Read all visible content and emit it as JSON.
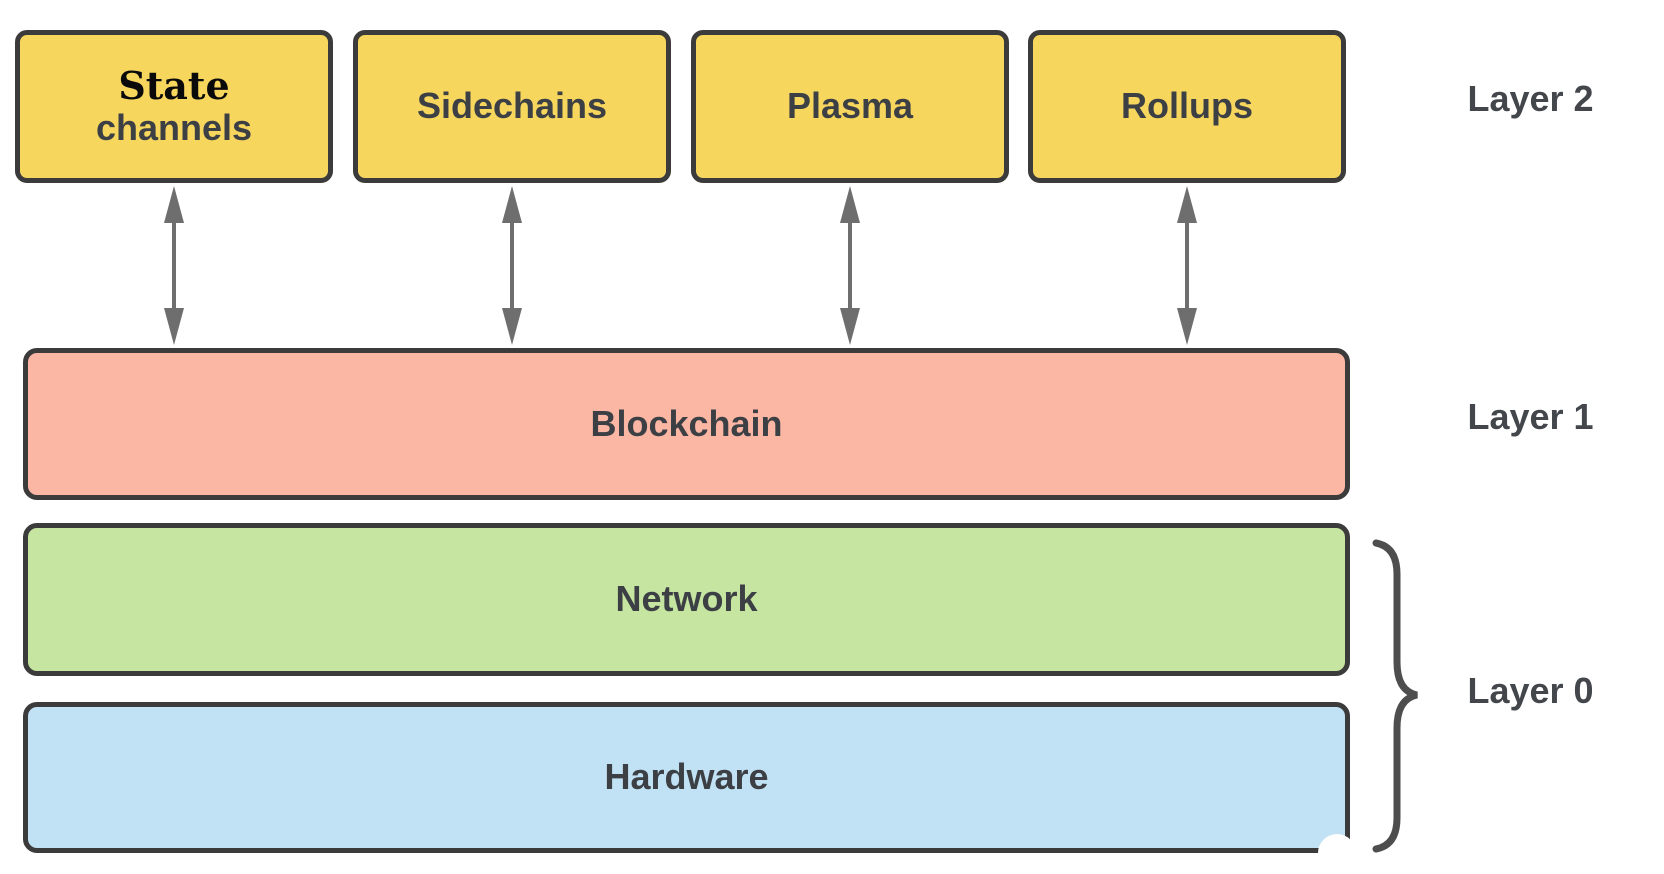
{
  "labels": {
    "layer2": "Layer 2",
    "layer1": "Layer 1",
    "layer0": "Layer 0"
  },
  "nodes": {
    "state_channels_line1": "State",
    "state_channels_line2": "channels",
    "sidechains": "Sidechains",
    "plasma": "Plasma",
    "rollups": "Rollups",
    "blockchain": "Blockchain",
    "network": "Network",
    "hardware": "Hardware"
  },
  "icons": {
    "arrow": "bidirectional-vertical-arrow",
    "brace": "curly-brace-right"
  },
  "colors": {
    "layer2-fill": "#F7D65E",
    "layer1-fill": "#FBB7A4",
    "network-fill": "#C5E5A1",
    "hardware-fill": "#C1E1F4",
    "border": "#3B3B3B",
    "arrow": "#6E6E6E",
    "brace": "#4E4E4E",
    "label-text": "#43474C",
    "node-text": "#3C4045"
  }
}
